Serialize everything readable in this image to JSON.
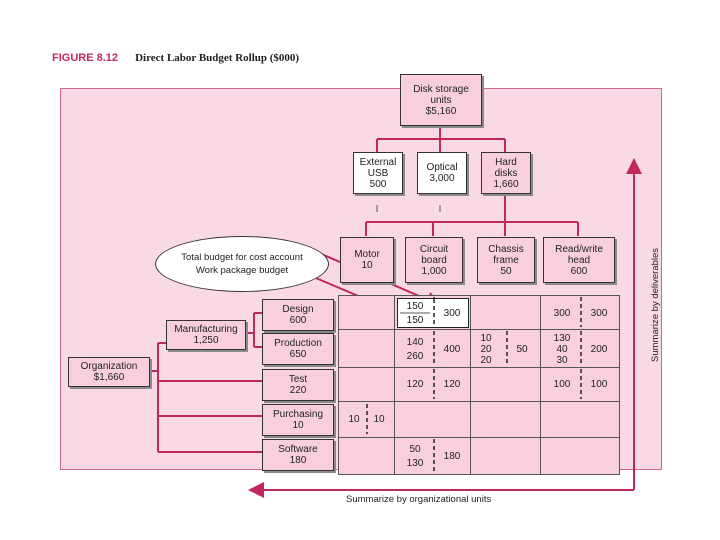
{
  "figure": {
    "number": "FIGURE 8.12",
    "caption": "Direct Labor Budget Rollup ($000)"
  },
  "wbs": {
    "root": {
      "name_line1": "Disk storage",
      "name_line2": "units",
      "value": "$5,160"
    },
    "level2": [
      {
        "line1": "External",
        "line2": "USB",
        "value": "500"
      },
      {
        "line1": "Optical",
        "line2": "",
        "value": "3,000"
      },
      {
        "line1": "Hard",
        "line2": "disks",
        "value": "1,660"
      }
    ],
    "level3": [
      {
        "line1": "Motor",
        "line2": "",
        "value": "10"
      },
      {
        "line1": "Circuit",
        "line2": "board",
        "value": "1,000"
      },
      {
        "line1": "Chassis",
        "line2": "frame",
        "value": "50"
      },
      {
        "line1": "Read/write",
        "line2": "head",
        "value": "600"
      }
    ]
  },
  "obs": {
    "root": {
      "name": "Organization",
      "value": "$1,660"
    },
    "mid": {
      "name": "Manufacturing",
      "value": "1,250"
    },
    "units": [
      {
        "name": "Design",
        "value": "600"
      },
      {
        "name": "Production",
        "value": "650"
      },
      {
        "name": "Test",
        "value": "220"
      },
      {
        "name": "Purchasing",
        "value": "10"
      },
      {
        "name": "Software",
        "value": "180"
      }
    ]
  },
  "callout": {
    "line1": "Total budget for cost account",
    "line2": "Work package budget"
  },
  "cells": {
    "design_circuit_wp1": "150",
    "design_circuit_wp2": "150",
    "design_circuit_total": "300",
    "design_rw_wp": "300",
    "design_rw_total": "300",
    "prod_circuit_wp1": "140",
    "prod_circuit_wp2": "260",
    "prod_circuit_total": "400",
    "prod_chassis_wp1": "10",
    "prod_chassis_wp2": "20",
    "prod_chassis_wp3": "20",
    "prod_chassis_total": "50",
    "prod_rw_wp1": "130",
    "prod_rw_wp2": "40",
    "prod_rw_wp3": "30",
    "prod_rw_total": "200",
    "test_circuit_wp": "120",
    "test_circuit_total": "120",
    "test_rw_wp": "100",
    "test_rw_total": "100",
    "purch_motor_wp": "10",
    "purch_motor_total": "10",
    "soft_circuit_wp1": "50",
    "soft_circuit_wp2": "130",
    "soft_circuit_total": "180"
  },
  "labels": {
    "deliverables": "Summarize by deliverables",
    "org_units": "Summarize by organizational units"
  }
}
